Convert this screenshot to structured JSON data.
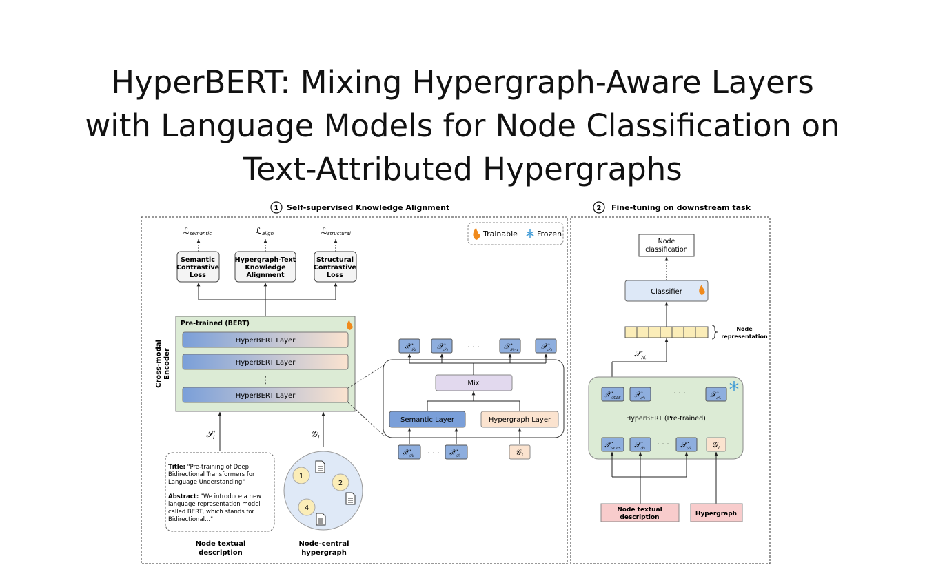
{
  "title": {
    "line1": "HyperBERT: Mixing Hypergraph-Aware Layers",
    "line2": "with Language Models for Node Classification on",
    "line3": "Text-Attributed Hypergraphs"
  },
  "section1": {
    "number": "1",
    "heading": "Self-supervised Knowledge Alignment",
    "legend_trainable": "Trainable",
    "legend_frozen": "Frozen",
    "loss_semantic_symbol": "ℒ",
    "loss_semantic_sub": "semantic",
    "loss_align_symbol": "ℒ",
    "loss_align_sub": "align",
    "loss_structural_symbol": "ℒ",
    "loss_structural_sub": "structural",
    "box_semantic": [
      "Semantic",
      "Contrastive",
      "Loss"
    ],
    "box_align": [
      "Hypergraph-Text",
      "Knowledge",
      "Alignment"
    ],
    "box_structural": [
      "Structural",
      "Contrastive",
      "Loss"
    ],
    "encoder_title": "Pre-trained (BERT)",
    "encoder_side": [
      "Cross-modal",
      "Encoder"
    ],
    "layer_label": "HyperBERT Layer",
    "vdots": "⋮",
    "input_s_symbol": "𝒮",
    "input_s_sub": "i",
    "input_g_symbol": "𝒢",
    "input_g_sub": "i",
    "text_title_label": "Title:",
    "text_title_value": [
      "\"Pre-training of Deep",
      "Bidirectional Transformers for",
      "Language Understanding\""
    ],
    "text_abstract_label": "Abstract:",
    "text_abstract_value": [
      "\"We introduce a new",
      "language representation model",
      "called BERT, which stands for",
      "Bidirectional...\""
    ],
    "caption_text": [
      "Node textual",
      "description"
    ],
    "caption_hypergraph": [
      "Node-central",
      "hypergraph"
    ],
    "node_labels": [
      "1",
      "2",
      "4"
    ],
    "mix_label": "Mix",
    "semantic_layer": "Semantic Layer",
    "hypergraph_layer": "Hypergraph Layer",
    "ellipsis": "· · ·",
    "top_tokens": [
      "𝒳",
      "𝒳",
      "𝒳",
      "𝒳"
    ],
    "bottom_tokens": [
      "𝒳",
      "𝒳",
      "𝒢"
    ]
  },
  "section2": {
    "number": "2",
    "heading": "Fine-tuning on downstream task",
    "node_classification": [
      "Node",
      "classification"
    ],
    "classifier": "Classifier",
    "node_representation": [
      "Node",
      "representation"
    ],
    "repr_symbol": "𝒳̃",
    "repr_sub": "ℳ",
    "pretrained_label": "HyperBERT (Pre-trained)",
    "ellipsis": "· · ·",
    "btn_text_input": [
      "Node textual",
      "description"
    ],
    "btn_hypergraph": "Hypergraph",
    "top_tokens": [
      "𝒳",
      "𝒳",
      "𝒳"
    ],
    "bottom_tokens": [
      "𝒳",
      "𝒳",
      "𝒳",
      "𝒢"
    ]
  },
  "colors": {
    "layer_blue": "#7a9fd9",
    "layer_peach": "#fbe3cf",
    "encoder_green": "#dcebd5",
    "mix_purple": "#e2d9ee",
    "token_blue": "#8eaede",
    "pink": "#f8cccc",
    "classifier_blue": "#dde8f7",
    "flame": "#f08a1c",
    "snow": "#3f9ad6"
  }
}
